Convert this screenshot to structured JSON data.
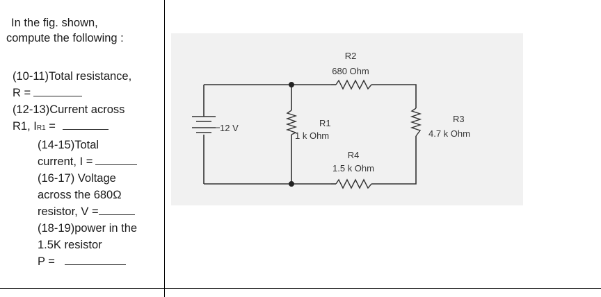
{
  "question": {
    "intro_line1": "In the fig. shown,",
    "intro_line2": "compute the following :",
    "items": [
      {
        "line1": "(10-11)Total resistance,",
        "line2": "R ="
      },
      {
        "line1": "(12-13)Current across",
        "line2_prefix": "R1,  I",
        "line2_sub": "R1",
        "line2_suffix": " ="
      },
      {
        "line1": "(14-15)Total",
        "line2": "current, I ="
      },
      {
        "line1": "(16-17) Voltage",
        "line2": "across the 680Ω",
        "line3": "resistor, V ="
      },
      {
        "line1": "(18-19)power in the",
        "line2": "1.5K resistor",
        "line3": "P  ="
      }
    ]
  },
  "circuit": {
    "source": {
      "label": "12 V",
      "volts": 12
    },
    "resistors": [
      {
        "id": "R2",
        "value": "680  Ohm"
      },
      {
        "id": "R1",
        "value": "1 k Ohm"
      },
      {
        "id": "R3",
        "value": "4.7 k Ohm"
      },
      {
        "id": "R4",
        "value": "1.5 k Ohm"
      }
    ]
  },
  "colors": {
    "wire": "#333333",
    "panel": "#f1f1f1",
    "rule": "#000000"
  }
}
